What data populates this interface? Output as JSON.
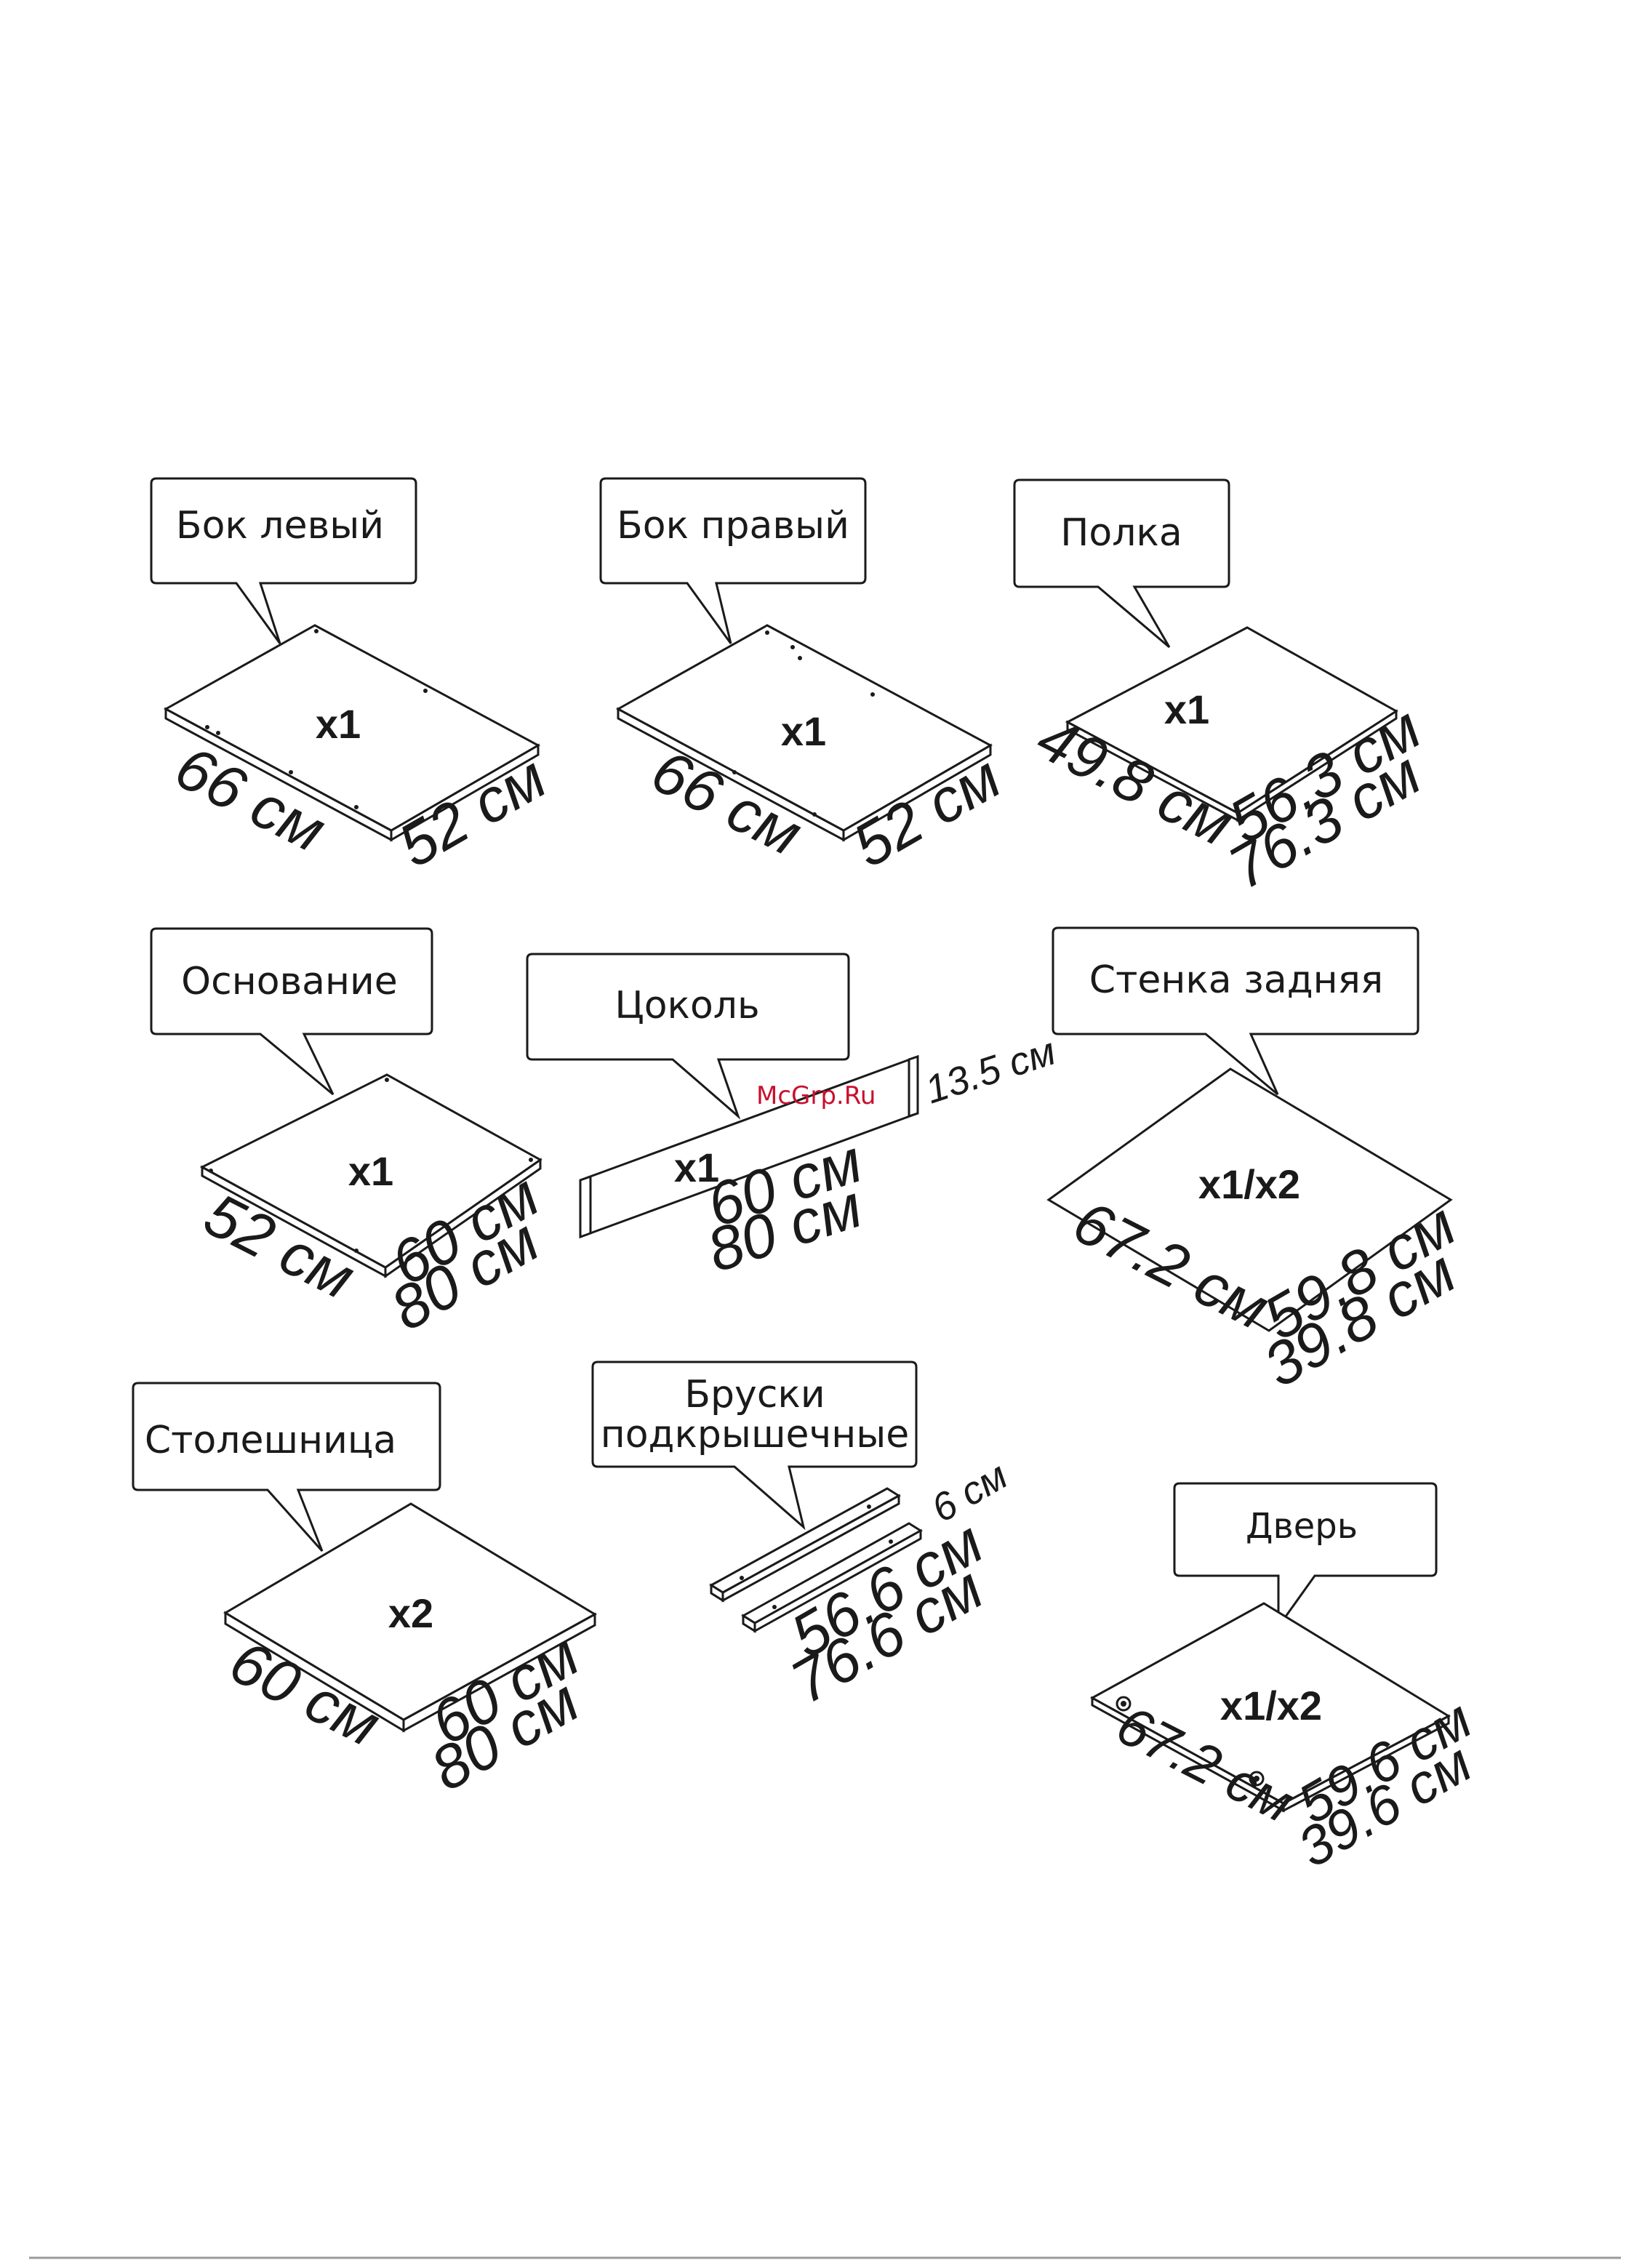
{
  "watermark": "McGrp.Ru",
  "parts": [
    {
      "id": "bok-levyi",
      "label": "Бок левый",
      "qty": "x1",
      "dims": [
        "66 см",
        "52 см"
      ]
    },
    {
      "id": "bok-pravyi",
      "label": "Бок правый",
      "qty": "x1",
      "dims": [
        "66 см",
        "52 см"
      ]
    },
    {
      "id": "polka",
      "label": "Полка",
      "qty": "x1",
      "dims": [
        "49.8 см",
        "56.3 см",
        "76.3 см"
      ]
    },
    {
      "id": "osnovanie",
      "label": "Основание",
      "qty": "x1",
      "dims": [
        "52 см",
        "60 см",
        "80 см"
      ]
    },
    {
      "id": "tsokol",
      "label": "Цоколь",
      "qty": "x1",
      "dims": [
        "13.5 см",
        "60 см",
        "80 см"
      ]
    },
    {
      "id": "stenka-zadnyaya",
      "label": "Стенка задняя",
      "qty": "x1/x2",
      "dims": [
        "67.2 см",
        "59.8 см",
        "39.8 см"
      ]
    },
    {
      "id": "stoleshnitsa",
      "label": "Столешница",
      "qty": "x2",
      "dims": [
        "60 см",
        "60 см",
        "80 см"
      ]
    },
    {
      "id": "bruski",
      "label_lines": [
        "Бруски",
        "подкрышечные"
      ],
      "dims": [
        "6 см",
        "56.6 см",
        "76.6 см"
      ]
    },
    {
      "id": "dver",
      "label": "Дверь",
      "qty": "x1/x2",
      "dims": [
        "67.2 см",
        "59.6 см",
        "39.6 см"
      ]
    }
  ]
}
